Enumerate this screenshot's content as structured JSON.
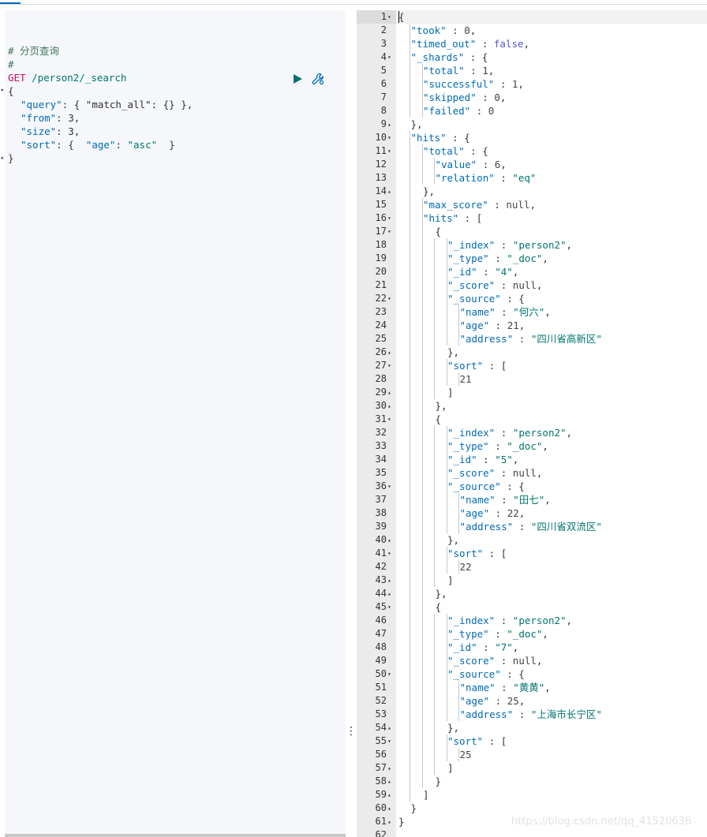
{
  "request": {
    "comment1": "# 分页查询",
    "comment2": "#",
    "method": "GET",
    "url": " /person2/_search",
    "open_brace": "{",
    "close_brace": "}",
    "line_query_key": "\"query\"",
    "line_query_rest": ": { \"match_all\": {} },",
    "line_from_key": "\"from\"",
    "line_from_rest": ": 3,",
    "line_size_key": "\"size\"",
    "line_size_rest": ": 3,",
    "line_sort_key": "\"sort\"",
    "line_sort_rest1": ": {  ",
    "line_sort_key2": "\"age\"",
    "line_sort_rest2": ": ",
    "line_sort_val": "\"asc\"",
    "line_sort_rest3": "  }"
  },
  "toolbar": {
    "run_icon": "play-icon",
    "settings_icon": "wrench-icon",
    "accent_color": "#00756c",
    "wrench_color": "#006bb4"
  },
  "response_lines": [
    {
      "n": "1",
      "f": "▾",
      "i": 0,
      "t": [
        [
          "p",
          "{"
        ]
      ]
    },
    {
      "n": "2",
      "f": "",
      "i": 1,
      "t": [
        [
          "k",
          "\"took\""
        ],
        [
          "p",
          " : "
        ],
        [
          "n",
          "0"
        ],
        [
          "p",
          ","
        ]
      ]
    },
    {
      "n": "3",
      "f": "",
      "i": 1,
      "t": [
        [
          "k",
          "\"timed_out\""
        ],
        [
          "p",
          " : "
        ],
        [
          "l",
          "false"
        ],
        [
          "p",
          ","
        ]
      ]
    },
    {
      "n": "4",
      "f": "▾",
      "i": 1,
      "t": [
        [
          "k",
          "\"_shards\""
        ],
        [
          "p",
          " : {"
        ]
      ]
    },
    {
      "n": "5",
      "f": "",
      "i": 2,
      "t": [
        [
          "k",
          "\"total\""
        ],
        [
          "p",
          " : "
        ],
        [
          "n",
          "1"
        ],
        [
          "p",
          ","
        ]
      ]
    },
    {
      "n": "6",
      "f": "",
      "i": 2,
      "t": [
        [
          "k",
          "\"successful\""
        ],
        [
          "p",
          " : "
        ],
        [
          "n",
          "1"
        ],
        [
          "p",
          ","
        ]
      ]
    },
    {
      "n": "7",
      "f": "",
      "i": 2,
      "t": [
        [
          "k",
          "\"skipped\""
        ],
        [
          "p",
          " : "
        ],
        [
          "n",
          "0"
        ],
        [
          "p",
          ","
        ]
      ]
    },
    {
      "n": "8",
      "f": "",
      "i": 2,
      "t": [
        [
          "k",
          "\"failed\""
        ],
        [
          "p",
          " : "
        ],
        [
          "n",
          "0"
        ]
      ]
    },
    {
      "n": "9",
      "f": "▴",
      "i": 1,
      "t": [
        [
          "p",
          "},"
        ]
      ]
    },
    {
      "n": "10",
      "f": "▾",
      "i": 1,
      "t": [
        [
          "k",
          "\"hits\""
        ],
        [
          "p",
          " : {"
        ]
      ]
    },
    {
      "n": "11",
      "f": "▾",
      "i": 2,
      "t": [
        [
          "k",
          "\"total\""
        ],
        [
          "p",
          " : {"
        ]
      ]
    },
    {
      "n": "12",
      "f": "",
      "i": 3,
      "t": [
        [
          "k",
          "\"value\""
        ],
        [
          "p",
          " : "
        ],
        [
          "n",
          "6"
        ],
        [
          "p",
          ","
        ]
      ]
    },
    {
      "n": "13",
      "f": "",
      "i": 3,
      "t": [
        [
          "k",
          "\"relation\""
        ],
        [
          "p",
          " : "
        ],
        [
          "s",
          "\"eq\""
        ]
      ]
    },
    {
      "n": "14",
      "f": "▴",
      "i": 2,
      "t": [
        [
          "p",
          "},"
        ]
      ]
    },
    {
      "n": "15",
      "f": "",
      "i": 2,
      "t": [
        [
          "k",
          "\"max_score\""
        ],
        [
          "p",
          " : "
        ],
        [
          "n",
          "null"
        ],
        [
          "p",
          ","
        ]
      ]
    },
    {
      "n": "16",
      "f": "▾",
      "i": 2,
      "t": [
        [
          "k",
          "\"hits\""
        ],
        [
          "p",
          " : ["
        ]
      ]
    },
    {
      "n": "17",
      "f": "▾",
      "i": 3,
      "t": [
        [
          "p",
          "{"
        ]
      ]
    },
    {
      "n": "18",
      "f": "",
      "i": 4,
      "t": [
        [
          "k",
          "\"_index\""
        ],
        [
          "p",
          " : "
        ],
        [
          "s",
          "\"person2\""
        ],
        [
          "p",
          ","
        ]
      ]
    },
    {
      "n": "19",
      "f": "",
      "i": 4,
      "t": [
        [
          "k",
          "\"_type\""
        ],
        [
          "p",
          " : "
        ],
        [
          "s",
          "\"_doc\""
        ],
        [
          "p",
          ","
        ]
      ]
    },
    {
      "n": "20",
      "f": "",
      "i": 4,
      "t": [
        [
          "k",
          "\"_id\""
        ],
        [
          "p",
          " : "
        ],
        [
          "s",
          "\"4\""
        ],
        [
          "p",
          ","
        ]
      ]
    },
    {
      "n": "21",
      "f": "",
      "i": 4,
      "t": [
        [
          "k",
          "\"_score\""
        ],
        [
          "p",
          " : "
        ],
        [
          "n",
          "null"
        ],
        [
          "p",
          ","
        ]
      ]
    },
    {
      "n": "22",
      "f": "▾",
      "i": 4,
      "t": [
        [
          "k",
          "\"_source\""
        ],
        [
          "p",
          " : {"
        ]
      ]
    },
    {
      "n": "23",
      "f": "",
      "i": 5,
      "t": [
        [
          "k",
          "\"name\""
        ],
        [
          "p",
          " : "
        ],
        [
          "s",
          "\"何六\""
        ],
        [
          "p",
          ","
        ]
      ]
    },
    {
      "n": "24",
      "f": "",
      "i": 5,
      "t": [
        [
          "k",
          "\"age\""
        ],
        [
          "p",
          " : "
        ],
        [
          "n",
          "21"
        ],
        [
          "p",
          ","
        ]
      ]
    },
    {
      "n": "25",
      "f": "",
      "i": 5,
      "t": [
        [
          "k",
          "\"address\""
        ],
        [
          "p",
          " : "
        ],
        [
          "s",
          "\"四川省高新区\""
        ]
      ]
    },
    {
      "n": "26",
      "f": "▴",
      "i": 4,
      "t": [
        [
          "p",
          "},"
        ]
      ]
    },
    {
      "n": "27",
      "f": "▾",
      "i": 4,
      "t": [
        [
          "k",
          "\"sort\""
        ],
        [
          "p",
          " : ["
        ]
      ]
    },
    {
      "n": "28",
      "f": "",
      "i": 5,
      "t": [
        [
          "n",
          "21"
        ]
      ]
    },
    {
      "n": "29",
      "f": "▴",
      "i": 4,
      "t": [
        [
          "p",
          "]"
        ]
      ]
    },
    {
      "n": "30",
      "f": "▴",
      "i": 3,
      "t": [
        [
          "p",
          "},"
        ]
      ]
    },
    {
      "n": "31",
      "f": "▾",
      "i": 3,
      "t": [
        [
          "p",
          "{"
        ]
      ]
    },
    {
      "n": "32",
      "f": "",
      "i": 4,
      "t": [
        [
          "k",
          "\"_index\""
        ],
        [
          "p",
          " : "
        ],
        [
          "s",
          "\"person2\""
        ],
        [
          "p",
          ","
        ]
      ]
    },
    {
      "n": "33",
      "f": "",
      "i": 4,
      "t": [
        [
          "k",
          "\"_type\""
        ],
        [
          "p",
          " : "
        ],
        [
          "s",
          "\"_doc\""
        ],
        [
          "p",
          ","
        ]
      ]
    },
    {
      "n": "34",
      "f": "",
      "i": 4,
      "t": [
        [
          "k",
          "\"_id\""
        ],
        [
          "p",
          " : "
        ],
        [
          "s",
          "\"5\""
        ],
        [
          "p",
          ","
        ]
      ]
    },
    {
      "n": "35",
      "f": "",
      "i": 4,
      "t": [
        [
          "k",
          "\"_score\""
        ],
        [
          "p",
          " : "
        ],
        [
          "n",
          "null"
        ],
        [
          "p",
          ","
        ]
      ]
    },
    {
      "n": "36",
      "f": "▾",
      "i": 4,
      "t": [
        [
          "k",
          "\"_source\""
        ],
        [
          "p",
          " : {"
        ]
      ]
    },
    {
      "n": "37",
      "f": "",
      "i": 5,
      "t": [
        [
          "k",
          "\"name\""
        ],
        [
          "p",
          " : "
        ],
        [
          "s",
          "\"田七\""
        ],
        [
          "p",
          ","
        ]
      ]
    },
    {
      "n": "38",
      "f": "",
      "i": 5,
      "t": [
        [
          "k",
          "\"age\""
        ],
        [
          "p",
          " : "
        ],
        [
          "n",
          "22"
        ],
        [
          "p",
          ","
        ]
      ]
    },
    {
      "n": "39",
      "f": "",
      "i": 5,
      "t": [
        [
          "k",
          "\"address\""
        ],
        [
          "p",
          " : "
        ],
        [
          "s",
          "\"四川省双流区\""
        ]
      ]
    },
    {
      "n": "40",
      "f": "▴",
      "i": 4,
      "t": [
        [
          "p",
          "},"
        ]
      ]
    },
    {
      "n": "41",
      "f": "▾",
      "i": 4,
      "t": [
        [
          "k",
          "\"sort\""
        ],
        [
          "p",
          " : ["
        ]
      ]
    },
    {
      "n": "42",
      "f": "",
      "i": 5,
      "t": [
        [
          "n",
          "22"
        ]
      ]
    },
    {
      "n": "43",
      "f": "▴",
      "i": 4,
      "t": [
        [
          "p",
          "]"
        ]
      ]
    },
    {
      "n": "44",
      "f": "▴",
      "i": 3,
      "t": [
        [
          "p",
          "},"
        ]
      ]
    },
    {
      "n": "45",
      "f": "▾",
      "i": 3,
      "t": [
        [
          "p",
          "{"
        ]
      ]
    },
    {
      "n": "46",
      "f": "",
      "i": 4,
      "t": [
        [
          "k",
          "\"_index\""
        ],
        [
          "p",
          " : "
        ],
        [
          "s",
          "\"person2\""
        ],
        [
          "p",
          ","
        ]
      ]
    },
    {
      "n": "47",
      "f": "",
      "i": 4,
      "t": [
        [
          "k",
          "\"_type\""
        ],
        [
          "p",
          " : "
        ],
        [
          "s",
          "\"_doc\""
        ],
        [
          "p",
          ","
        ]
      ]
    },
    {
      "n": "48",
      "f": "",
      "i": 4,
      "t": [
        [
          "k",
          "\"_id\""
        ],
        [
          "p",
          " : "
        ],
        [
          "s",
          "\"7\""
        ],
        [
          "p",
          ","
        ]
      ]
    },
    {
      "n": "49",
      "f": "",
      "i": 4,
      "t": [
        [
          "k",
          "\"_score\""
        ],
        [
          "p",
          " : "
        ],
        [
          "n",
          "null"
        ],
        [
          "p",
          ","
        ]
      ]
    },
    {
      "n": "50",
      "f": "▾",
      "i": 4,
      "t": [
        [
          "k",
          "\"_source\""
        ],
        [
          "p",
          " : {"
        ]
      ]
    },
    {
      "n": "51",
      "f": "",
      "i": 5,
      "t": [
        [
          "k",
          "\"name\""
        ],
        [
          "p",
          " : "
        ],
        [
          "s",
          "\"黄黄\""
        ],
        [
          "p",
          ","
        ]
      ]
    },
    {
      "n": "52",
      "f": "",
      "i": 5,
      "t": [
        [
          "k",
          "\"age\""
        ],
        [
          "p",
          " : "
        ],
        [
          "n",
          "25"
        ],
        [
          "p",
          ","
        ]
      ]
    },
    {
      "n": "53",
      "f": "",
      "i": 5,
      "t": [
        [
          "k",
          "\"address\""
        ],
        [
          "p",
          " : "
        ],
        [
          "s",
          "\"上海市长宁区\""
        ]
      ]
    },
    {
      "n": "54",
      "f": "▴",
      "i": 4,
      "t": [
        [
          "p",
          "},"
        ]
      ]
    },
    {
      "n": "55",
      "f": "▾",
      "i": 4,
      "t": [
        [
          "k",
          "\"sort\""
        ],
        [
          "p",
          " : ["
        ]
      ]
    },
    {
      "n": "56",
      "f": "",
      "i": 5,
      "t": [
        [
          "n",
          "25"
        ]
      ]
    },
    {
      "n": "57",
      "f": "▴",
      "i": 4,
      "t": [
        [
          "p",
          "]"
        ]
      ]
    },
    {
      "n": "58",
      "f": "▴",
      "i": 3,
      "t": [
        [
          "p",
          "}"
        ]
      ]
    },
    {
      "n": "59",
      "f": "▴",
      "i": 2,
      "t": [
        [
          "p",
          "]"
        ]
      ]
    },
    {
      "n": "60",
      "f": "▴",
      "i": 1,
      "t": [
        [
          "p",
          "}"
        ]
      ]
    },
    {
      "n": "61",
      "f": "▴",
      "i": 0,
      "t": [
        [
          "p",
          "}"
        ]
      ]
    },
    {
      "n": "62",
      "f": "",
      "i": 0,
      "t": []
    }
  ],
  "resizer_glyph": "⋮",
  "watermark": "https://blog.csdn.net/qq_41520636"
}
